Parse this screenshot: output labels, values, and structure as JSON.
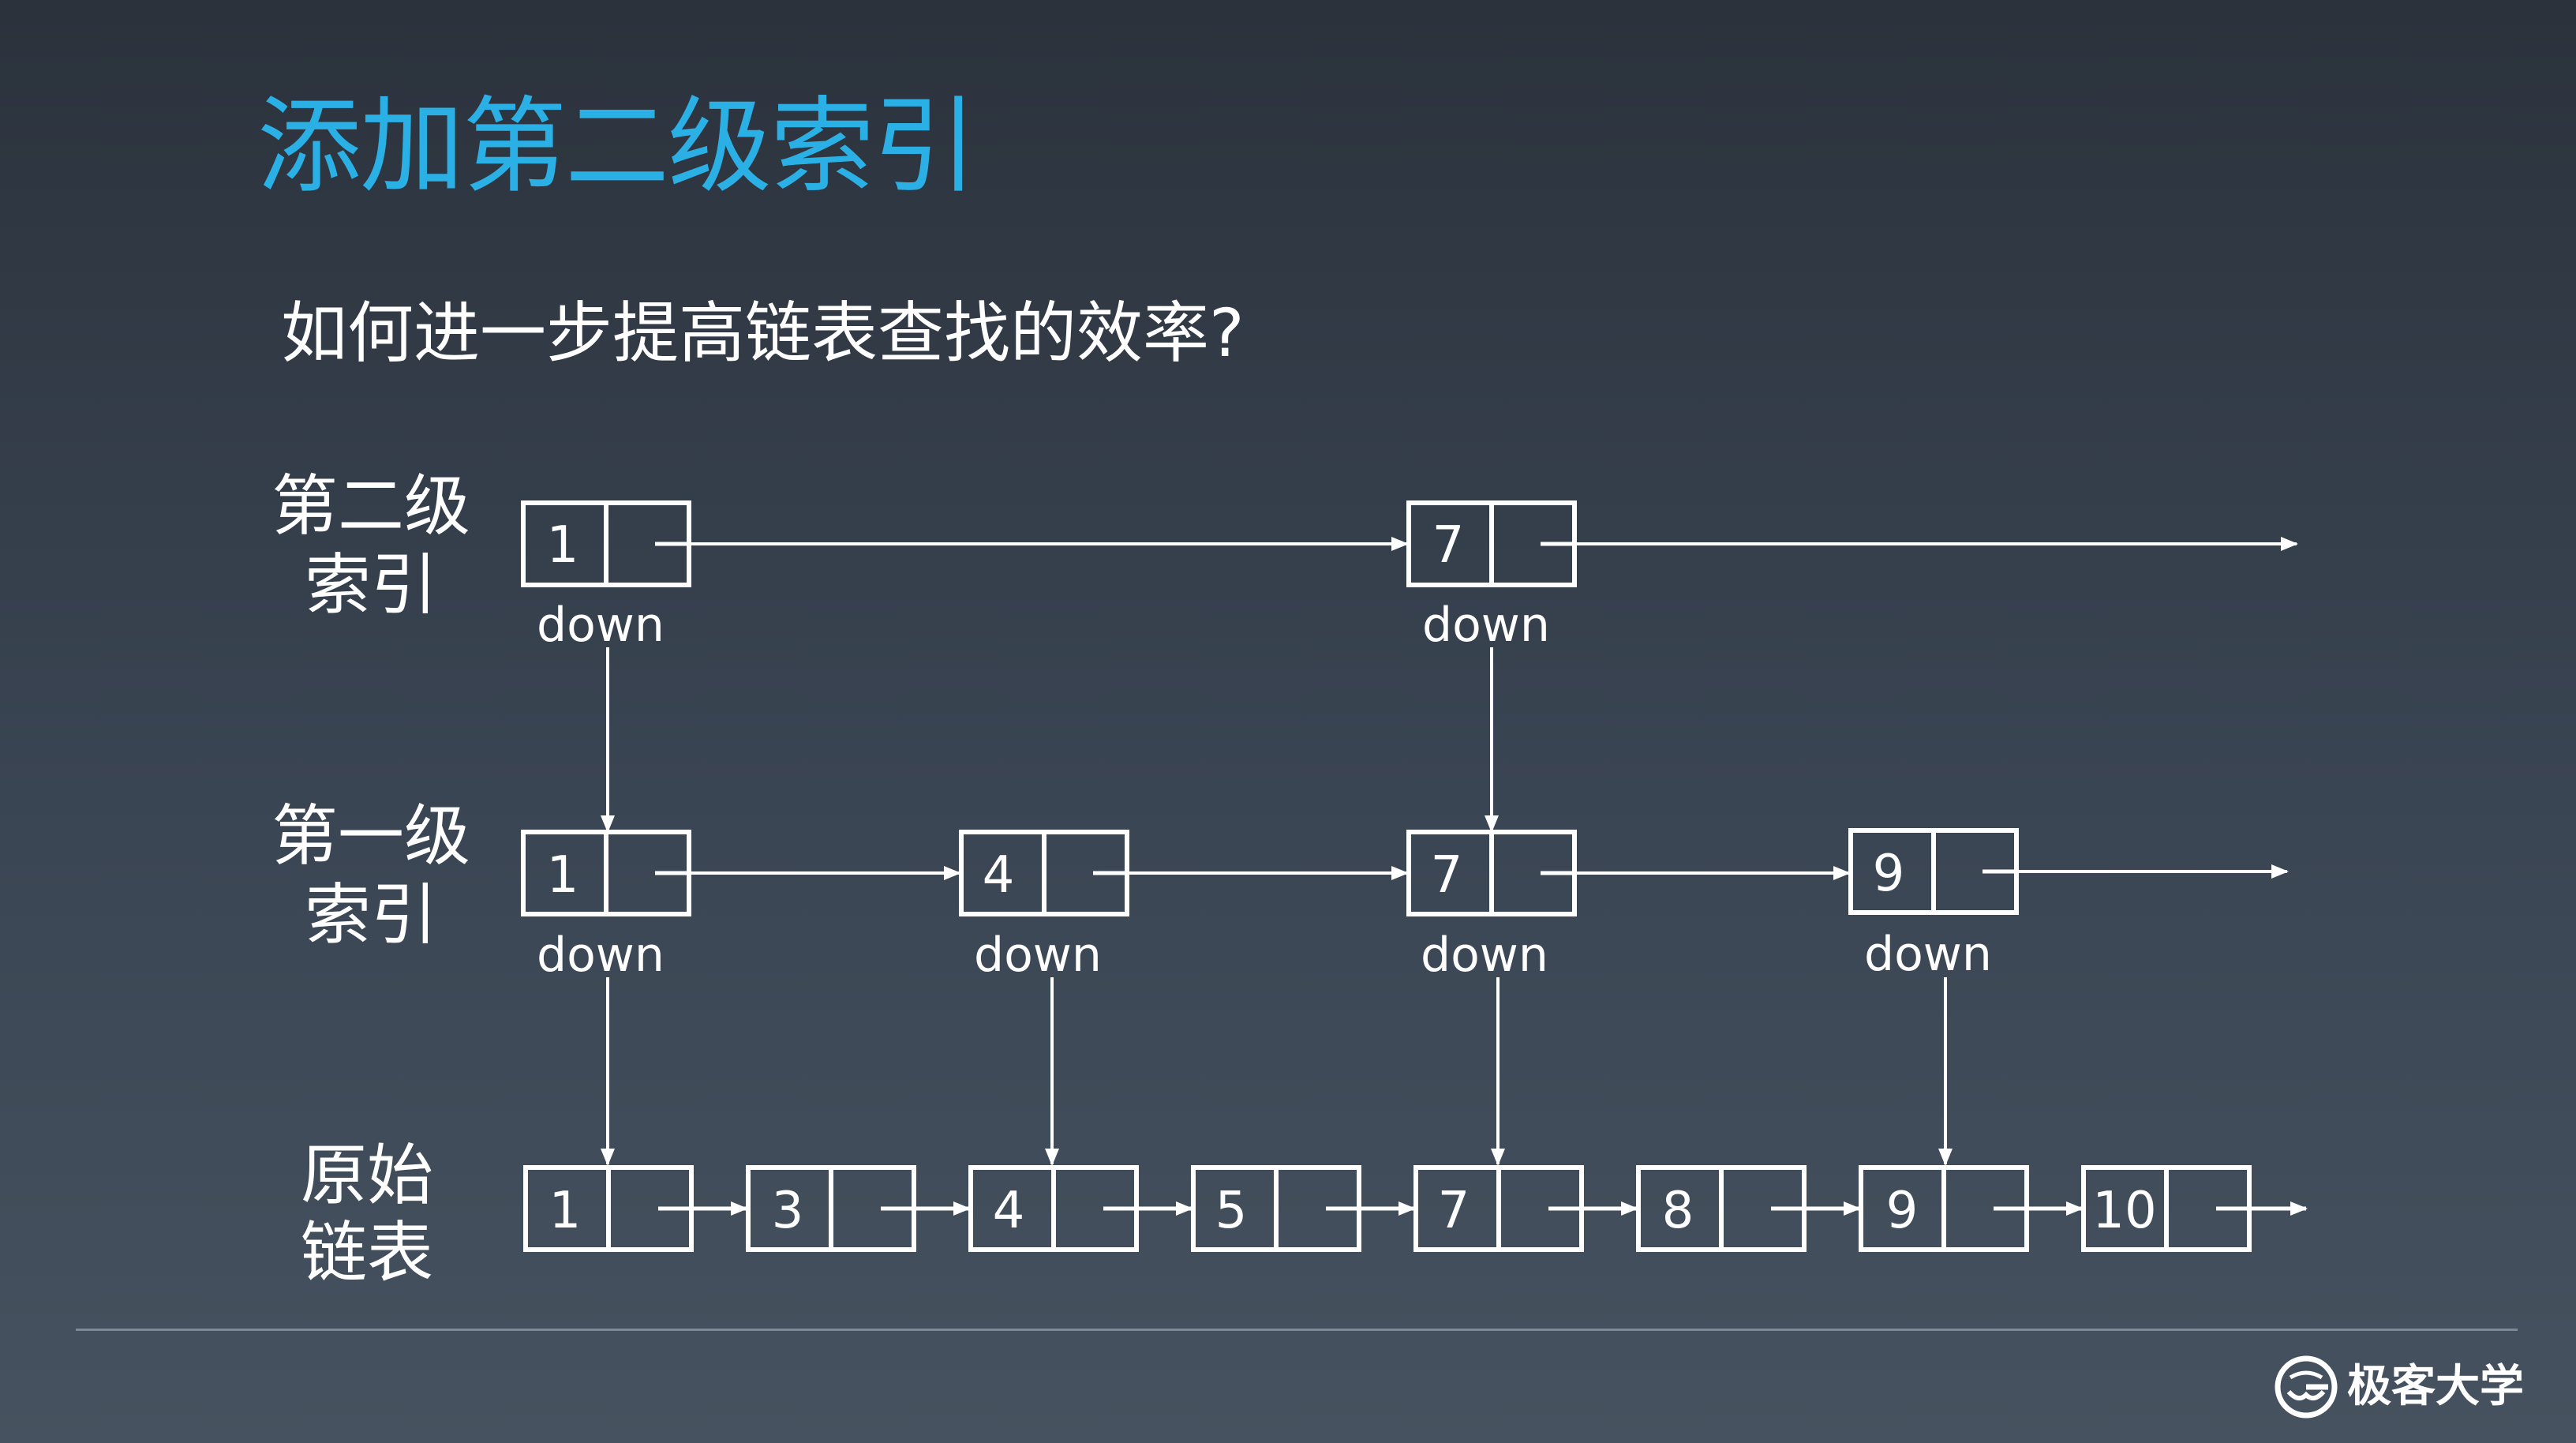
{
  "title": "添加第二级索引",
  "subtitle": "如何进一步提高链表查找的效率?",
  "colors": {
    "title": "#2bb0e6",
    "line": "#ffffff"
  },
  "levels": [
    {
      "label_line1": "第二级",
      "label_line2": "索引",
      "nodes": [
        {
          "value": "1",
          "pointer_label": "down"
        },
        {
          "value": "7",
          "pointer_label": "down"
        }
      ]
    },
    {
      "label_line1": "第一级",
      "label_line2": "索引",
      "nodes": [
        {
          "value": "1",
          "pointer_label": "down"
        },
        {
          "value": "4",
          "pointer_label": "down"
        },
        {
          "value": "7",
          "pointer_label": "down"
        },
        {
          "value": "9",
          "pointer_label": "down"
        }
      ]
    },
    {
      "label_line1": "原始",
      "label_line2": "链表",
      "nodes": [
        {
          "value": "1"
        },
        {
          "value": "3"
        },
        {
          "value": "4"
        },
        {
          "value": "5"
        },
        {
          "value": "7"
        },
        {
          "value": "8"
        },
        {
          "value": "9"
        },
        {
          "value": "10"
        }
      ]
    }
  ],
  "logo": {
    "text": "极客大学",
    "icon": "geek-logo-icon"
  }
}
